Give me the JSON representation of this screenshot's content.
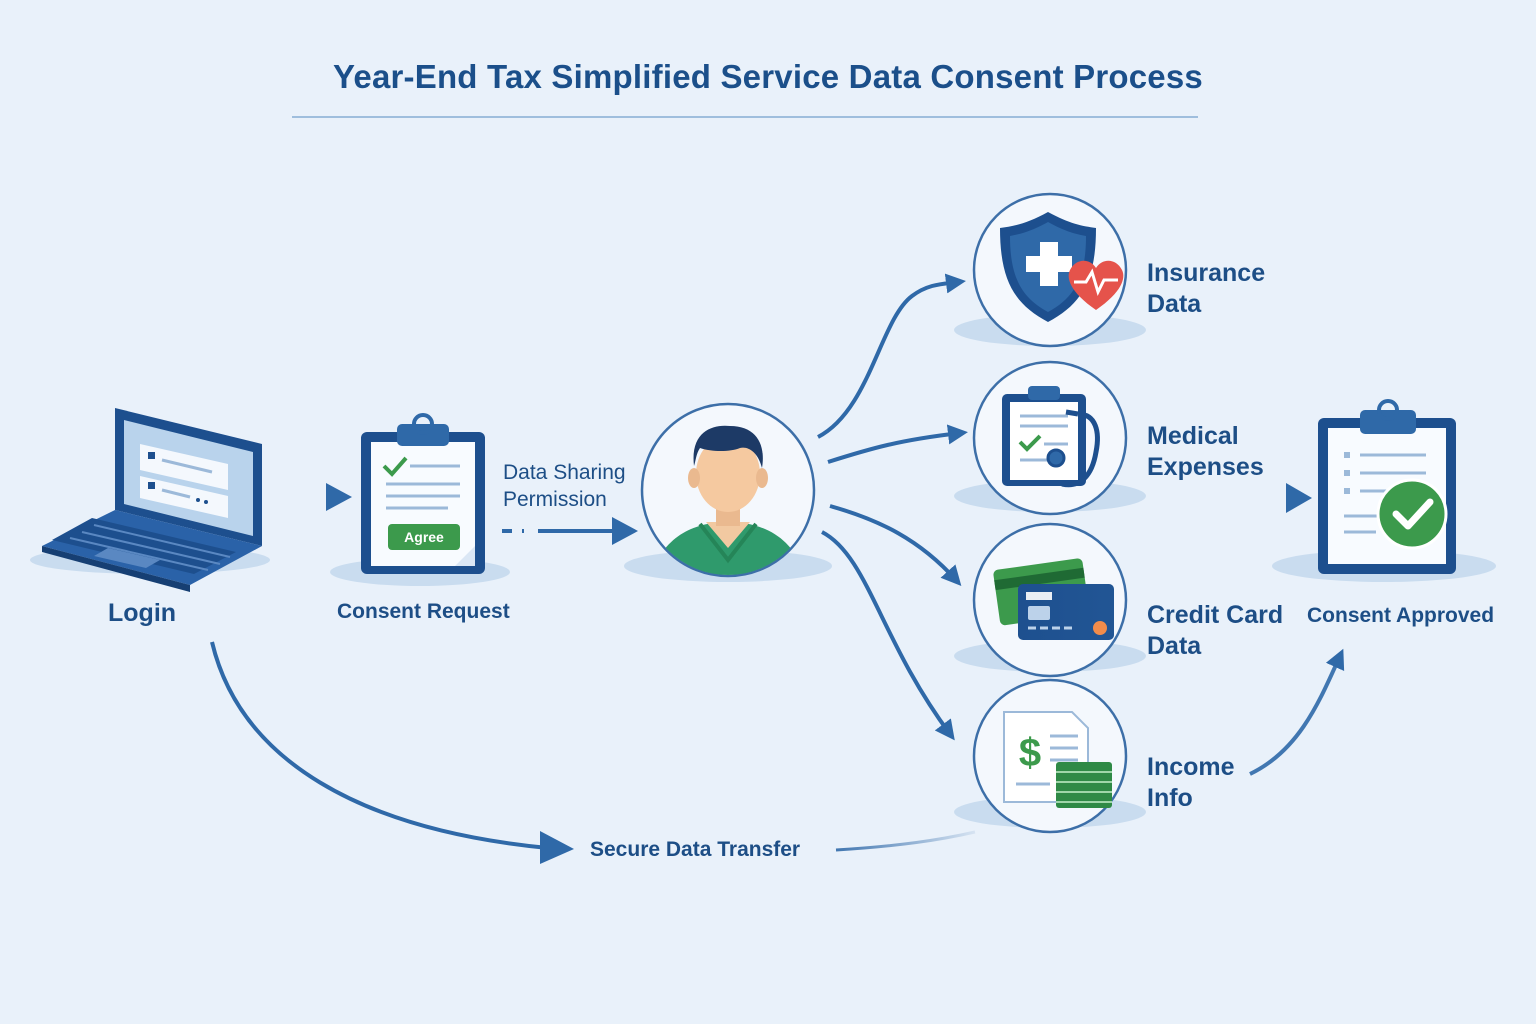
{
  "title": "Year-End Tax Simplified Service Data Consent Process",
  "steps": {
    "login": "Login",
    "consent_request": "Consent Request",
    "agree_button": "Agree",
    "data_sharing": [
      "Data Sharing",
      "Permission"
    ],
    "consent_approved": "Consent Approved"
  },
  "data_sources": [
    {
      "line1": "Insurance",
      "line2": "Data",
      "icon": "shield-heart-icon"
    },
    {
      "line1": "Medical",
      "line2": "Expenses",
      "icon": "clipboard-stethoscope-icon"
    },
    {
      "line1": "Credit Card",
      "line2": "Data",
      "icon": "credit-card-icon"
    },
    {
      "line1": "Income",
      "line2": "Info",
      "icon": "income-document-icon"
    }
  ],
  "secure_transfer": "Secure Data Transfer",
  "colors": {
    "background": "#e9f1fa",
    "primary": "#1b4f8a",
    "arrow": "#2f69a8",
    "accent_green": "#3c9a4c",
    "accent_red": "#e5534b"
  }
}
